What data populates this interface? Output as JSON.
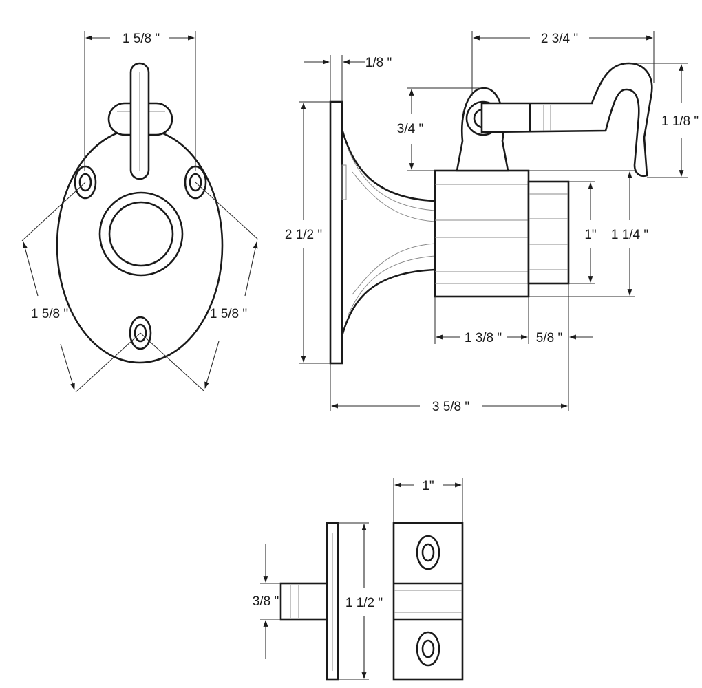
{
  "dimensions": {
    "top_width": "1 5/8 \"",
    "left_diag": "1 5/8 \"",
    "right_diag": "1 5/8 \"",
    "plate_thickness": "1/8 \"",
    "hook_length": "2 3/4 \"",
    "hook_height": "1 1/8 \"",
    "eye_height": "3/4 \"",
    "plate_height": "2 1/2 \"",
    "barrel_diameter": "1\"",
    "body_diameter": "1 1/4 \"",
    "body_length": "1 3/8 \"",
    "barrel_length": "5/8 \"",
    "overall_length": "3 5/8 \"",
    "keeper_width": "1\"",
    "keeper_pin": "3/8 \"",
    "keeper_height": "1 1/2 \""
  },
  "colors": {
    "line": "#1a1a1a",
    "hatch": "#8a8a8a",
    "background": "#ffffff"
  }
}
